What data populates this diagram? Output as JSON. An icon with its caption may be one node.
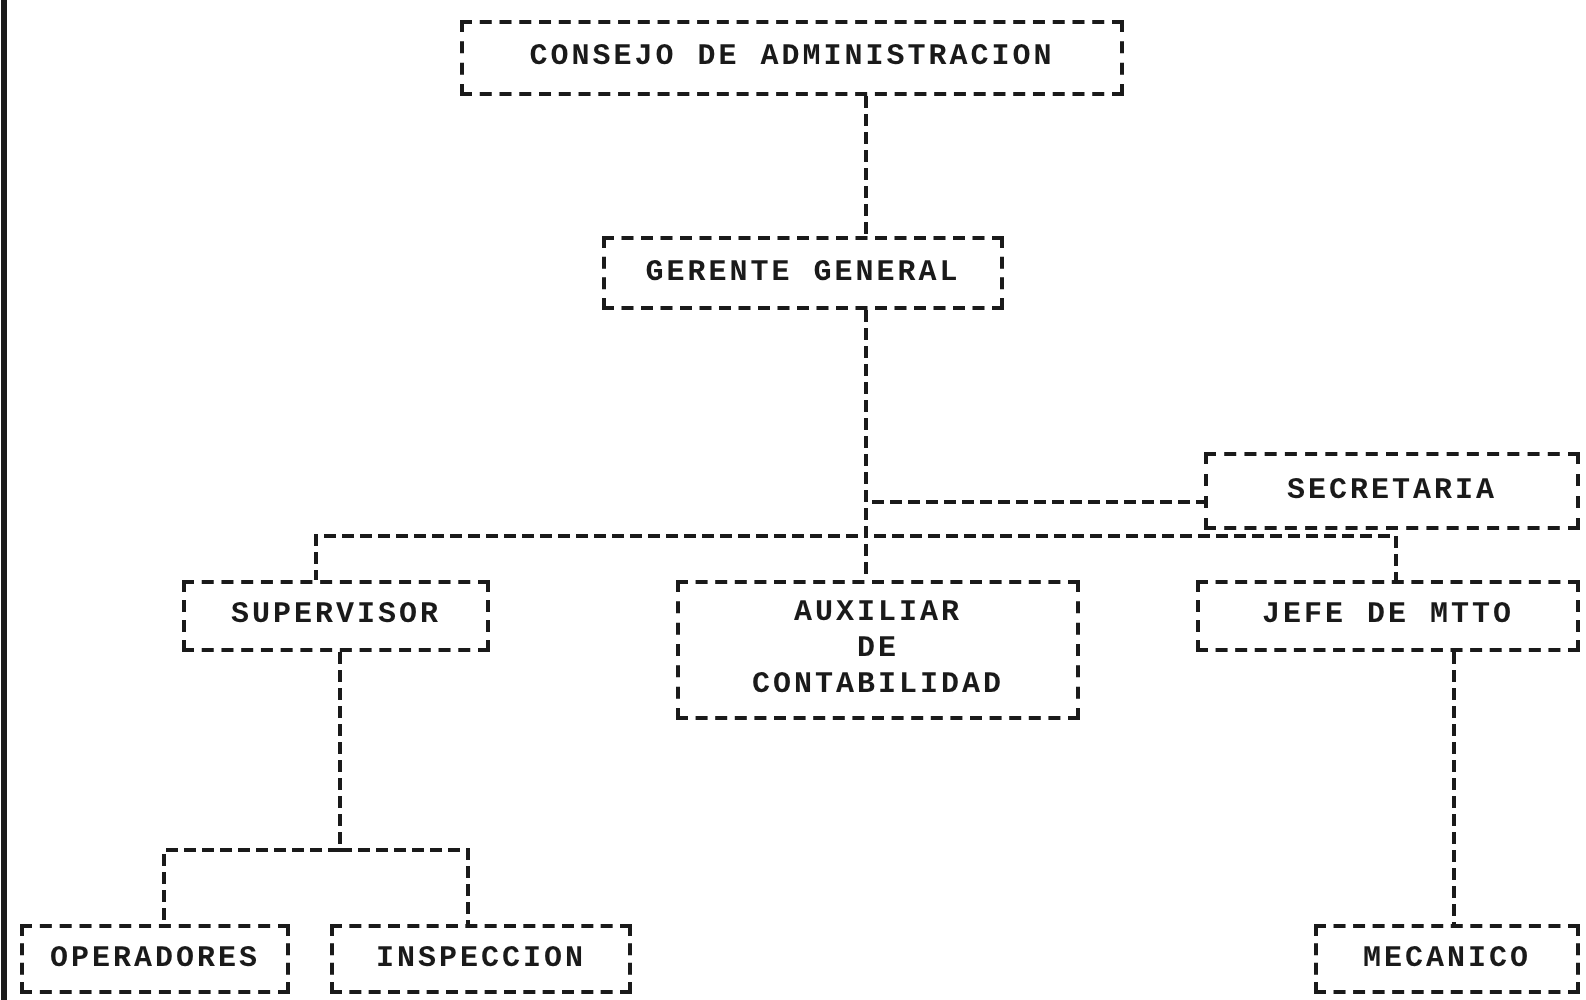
{
  "diagram": {
    "nodes": [
      {
        "text": [
          "CONSEJO DE ADMINISTRACION"
        ]
      },
      {
        "text": [
          "GERENTE GENERAL"
        ]
      },
      {
        "text": [
          "SECRETARIA"
        ]
      },
      {
        "text": [
          "SUPERVISOR"
        ]
      },
      {
        "text": [
          "AUXILIAR DE CONTABILIDAD"
        ]
      },
      {
        "text": [
          "JEFE DE MTTO"
        ]
      },
      {
        "text": [
          "OPERADORES"
        ]
      },
      {
        "text": [
          "INSPECCION"
        ]
      },
      {
        "text": [
          "MECANICO"
        ]
      }
    ],
    "edges": [
      {
        "from": 0,
        "to": 1,
        "arrow": "none",
        "style": "dashed"
      },
      {
        "from": 1,
        "to": 2,
        "arrow": "none",
        "style": "dashed"
      },
      {
        "from": 1,
        "to": 3,
        "arrow": "none",
        "style": "dashed"
      },
      {
        "from": 1,
        "to": 4,
        "arrow": "none",
        "style": "dashed"
      },
      {
        "from": 1,
        "to": 5,
        "arrow": "none",
        "style": "dashed"
      },
      {
        "from": 3,
        "to": 6,
        "arrow": "none",
        "style": "dashed"
      },
      {
        "from": 3,
        "to": 7,
        "arrow": "none",
        "style": "dashed"
      },
      {
        "from": 5,
        "to": 8,
        "arrow": "none",
        "style": "dashed"
      }
    ]
  }
}
